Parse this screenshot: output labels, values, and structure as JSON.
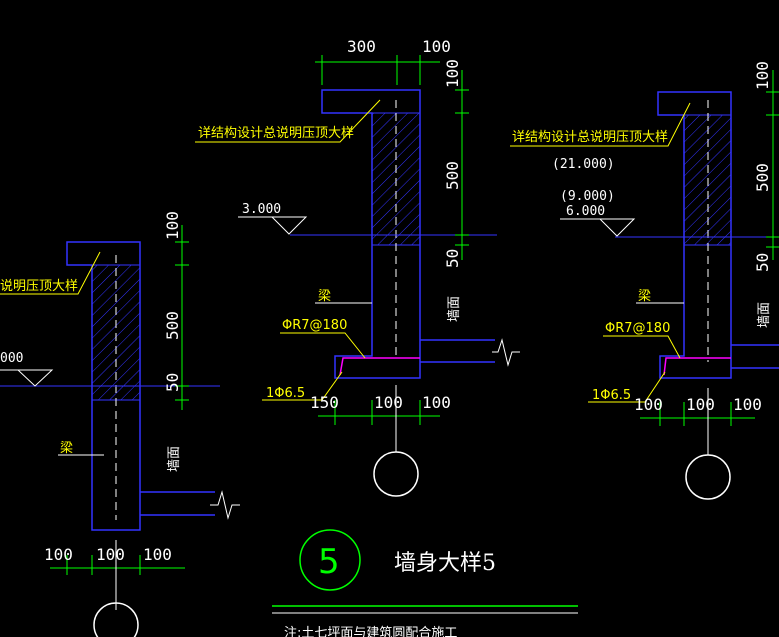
{
  "colors": {
    "background": "#000000",
    "outline": "#3333ff",
    "dimension": "#00ff00",
    "leader": "#ffff00",
    "rebar": "#ff00ff",
    "hatch": "#3333ff",
    "text": "#ffffff"
  },
  "icons": [
    "elevation-triangle",
    "break-line",
    "axis-bubble",
    "section-number-circle"
  ],
  "left_detail": {
    "parapet_note": "说明压顶大样",
    "elevation": "000",
    "beam": "梁",
    "wall_face": "墙面",
    "dims_right": [
      "100",
      "500",
      "50"
    ],
    "dims_bottom": [
      "100",
      "100",
      "100"
    ]
  },
  "middle_detail": {
    "dims_top": [
      "300",
      "100"
    ],
    "parapet_note": "详结构设计总说明压顶大样",
    "elevation": "3.000",
    "beam": "梁",
    "wall_face": "墙面",
    "rebar_stirrup": "ΦR7@180",
    "rebar_long": "1Φ6.5",
    "dims_right": [
      "100",
      "500",
      "50"
    ],
    "dims_bottom": [
      "150",
      "100",
      "100"
    ]
  },
  "right_detail": {
    "parapet_note": "详结构设计总说明压顶大样",
    "elevation_top": "(21.000)",
    "elevation_mid": "(9.000)",
    "elevation_main": "6.000",
    "beam": "梁",
    "wall_face": "墙面",
    "rebar_stirrup": "ΦR7@180",
    "rebar_long": "1Φ6.5",
    "dims_right": [
      "100",
      "500",
      "50"
    ],
    "dims_bottom": [
      "100",
      "100",
      "100"
    ]
  },
  "title": {
    "number": "5",
    "label": "墙身大样5",
    "footer_note": "注:土七坪面与建筑圆配合施工"
  }
}
